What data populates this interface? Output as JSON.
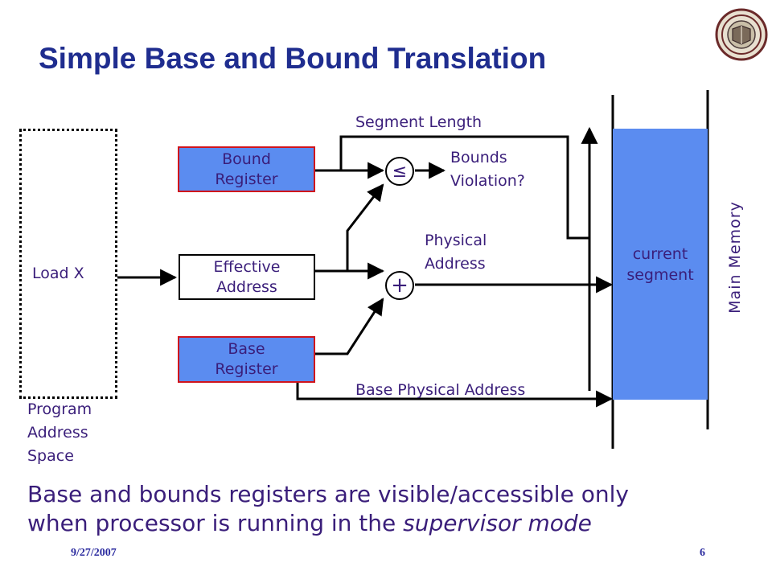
{
  "slide": {
    "title": "Simple Base and Bound Translation",
    "note_line1": "Base and bounds registers are visible/accessible only",
    "note_line2_prefix": "when processor is running in the ",
    "note_line2_emph": "supervisor mode",
    "date": "9/27/2007",
    "page": "6"
  },
  "diagram": {
    "load_x": "Load X",
    "program_space": [
      "Program",
      "Address",
      "Space"
    ],
    "bound_register": [
      "Bound",
      "Register"
    ],
    "effective_address": [
      "Effective",
      "Address"
    ],
    "base_register": [
      "Base",
      "Register"
    ],
    "compare_symbol": "≤",
    "add_symbol": "+",
    "segment_length": "Segment Length",
    "bounds_violation": [
      "Bounds",
      "Violation?"
    ],
    "physical_address": [
      "Physical",
      "Address"
    ],
    "base_physical_address": "Base Physical Address",
    "current_segment": [
      "current",
      "segment"
    ],
    "main_memory": "Main Memory"
  },
  "colors": {
    "title": "#1f2d8f",
    "text": "#3a1e7a",
    "register_fill": "#5b8cf0",
    "register_border": "#d0141c",
    "segment_fill": "#5b8cf0"
  }
}
